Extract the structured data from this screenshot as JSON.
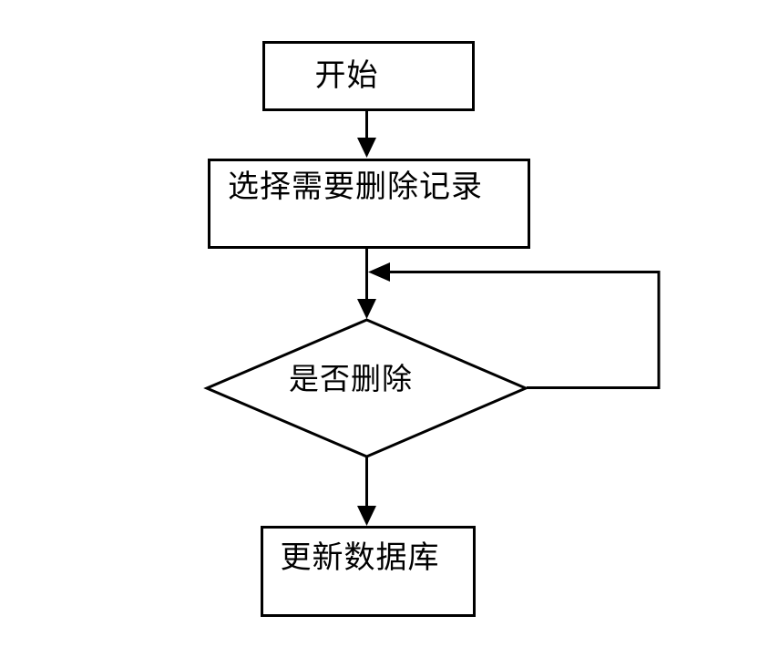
{
  "diagram": {
    "type": "flowchart",
    "title": "delete-record-process",
    "colors": {
      "stroke": "#000000",
      "fill": "#ffffff",
      "text": "#000000"
    },
    "nodes": {
      "start": {
        "shape": "rectangle",
        "label": "开始"
      },
      "select": {
        "shape": "rectangle",
        "label": "选择需要删除记录"
      },
      "decision": {
        "shape": "diamond",
        "label": "是否删除"
      },
      "update": {
        "shape": "rectangle",
        "label": "更新数据库"
      }
    },
    "edges": [
      {
        "from": "start",
        "to": "select",
        "label": ""
      },
      {
        "from": "select",
        "to": "decision",
        "label": ""
      },
      {
        "from": "decision",
        "to": "update",
        "label": ""
      },
      {
        "from": "decision",
        "to": "decision-entry-loopback",
        "label": ""
      }
    ]
  }
}
